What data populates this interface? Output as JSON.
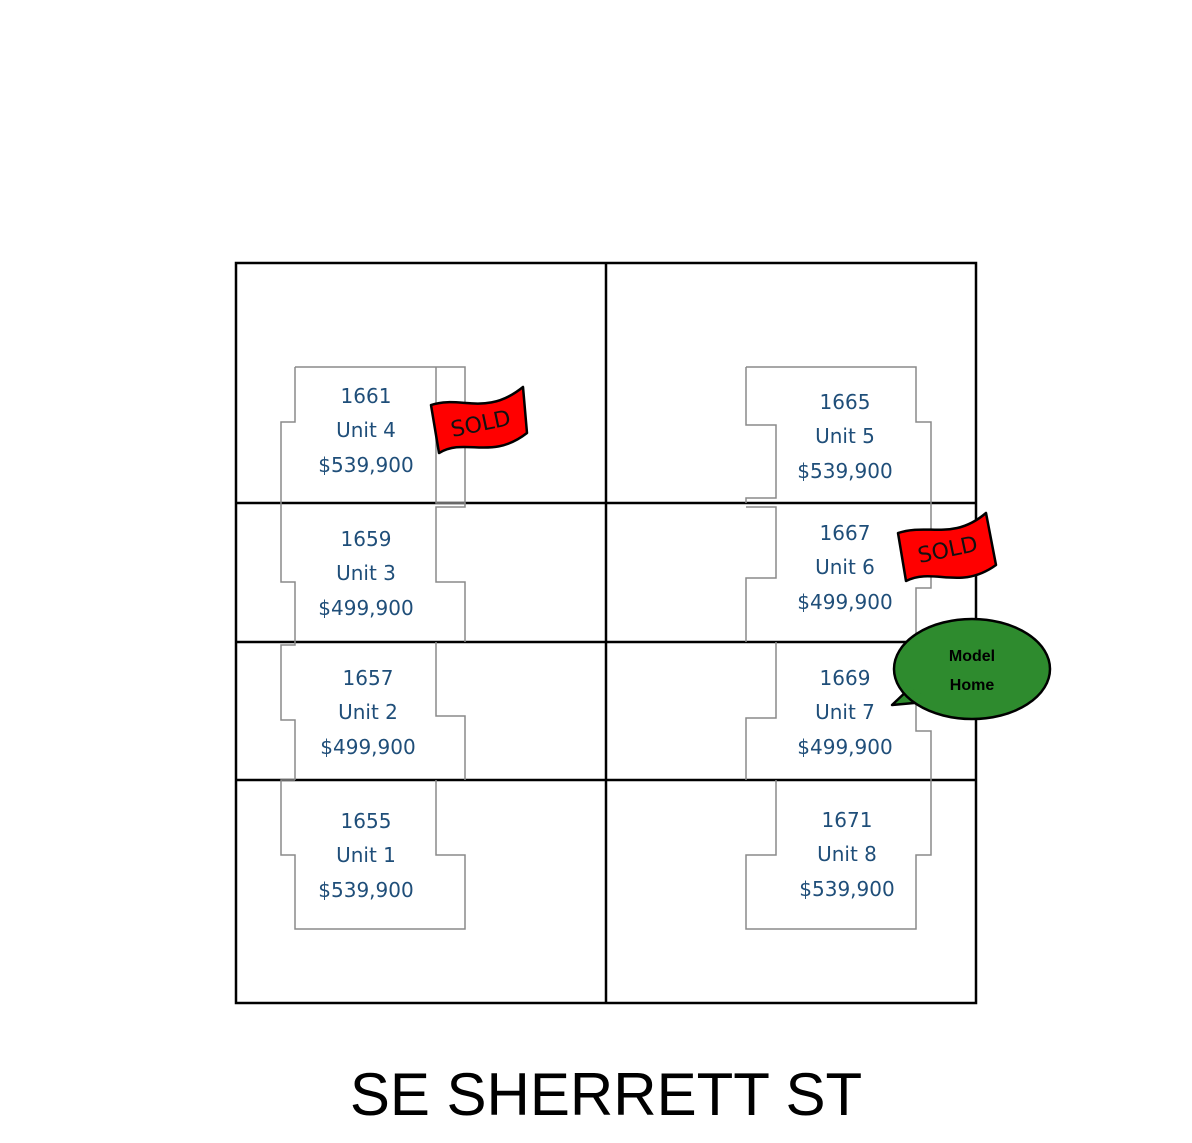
{
  "street_name": "SE SHERRETT ST",
  "colors": {
    "unit_text": "#1f4e79",
    "sold_flag": "#ff0000",
    "model_bubble": "#2e8b2e"
  },
  "units": [
    {
      "address": "1661",
      "unit": "Unit 4",
      "price": "$539,900",
      "status": "SOLD"
    },
    {
      "address": "1659",
      "unit": "Unit 3",
      "price": "$499,900"
    },
    {
      "address": "1657",
      "unit": "Unit 2",
      "price": "$499,900"
    },
    {
      "address": "1655",
      "unit": "Unit 1",
      "price": "$539,900"
    },
    {
      "address": "1665",
      "unit": "Unit 5",
      "price": "$539,900"
    },
    {
      "address": "1667",
      "unit": "Unit 6",
      "price": "$499,900",
      "status": "SOLD"
    },
    {
      "address": "1669",
      "unit": "Unit 7",
      "price": "$499,900",
      "callout": [
        "Model",
        "Home"
      ]
    },
    {
      "address": "1671",
      "unit": "Unit 8",
      "price": "$539,900"
    }
  ]
}
